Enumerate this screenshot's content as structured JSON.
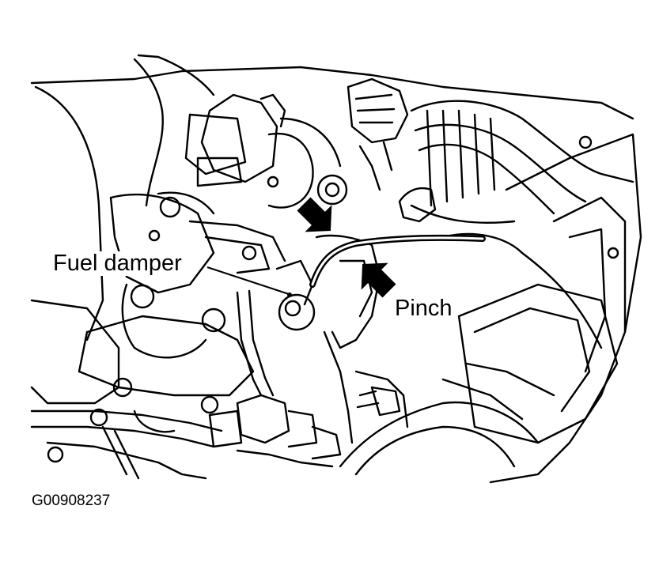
{
  "labels": {
    "fuel_damper": "Fuel damper",
    "pinch": "Pinch",
    "figure_code": "G00908237"
  },
  "colors": {
    "ink": "#000000",
    "paper": "#ffffff"
  },
  "icons": [
    "arrow-icon"
  ]
}
